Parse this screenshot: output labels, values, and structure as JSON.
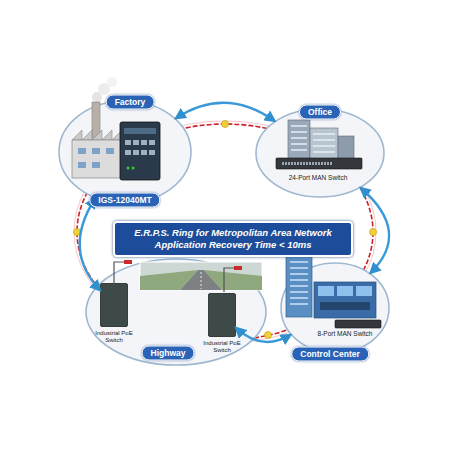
{
  "diagram": {
    "title": "E.R.P.S. Ring for Metropolitan Area Network Application Recovery Time < 10ms",
    "nodes": [
      {
        "text": [
          "Factory",
          "IGS-12040MT"
        ]
      },
      {
        "text": [
          "Office",
          "24-Port MAN Switch"
        ]
      },
      {
        "text": [
          "Highway"
        ]
      },
      {
        "text": [
          "Industrial PoE Switch"
        ],
        "in": 2
      },
      {
        "text": [
          "Industrial PoE Switch"
        ],
        "in": 2
      },
      {
        "text": [
          "8-Port MAN Switch",
          "Control Center"
        ]
      }
    ],
    "edges": [
      {
        "from": 0,
        "to": 1,
        "arrow": "both"
      },
      {
        "from": 1,
        "to": 5,
        "arrow": "both"
      },
      {
        "from": 5,
        "to": 4,
        "arrow": "both"
      },
      {
        "from": 3,
        "to": 0,
        "arrow": "both"
      }
    ]
  }
}
